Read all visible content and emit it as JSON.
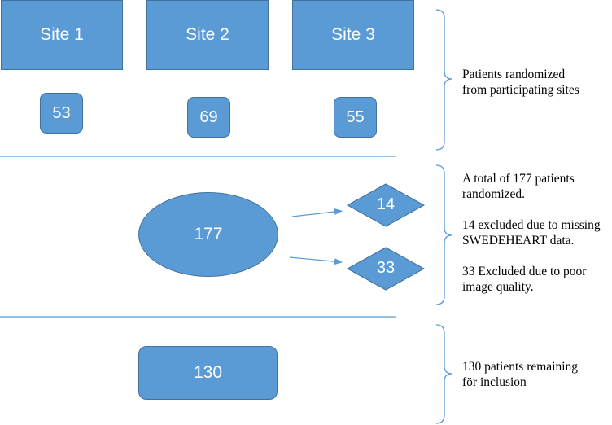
{
  "sites": [
    {
      "label": "Site 1",
      "count": "53"
    },
    {
      "label": "Site 2",
      "count": "69"
    },
    {
      "label": "Site 3",
      "count": "55"
    }
  ],
  "randomized": {
    "total": "177",
    "excluded_missing": "14",
    "excluded_quality": "33"
  },
  "final": {
    "count": "130"
  },
  "notes": {
    "sites_note": "Patients randomized\nfrom participating sites",
    "randomized_note_1": "A total of 177 patients\nrandomized.",
    "randomized_note_2": "14 excluded due to missing\nSWEDEHEART data.",
    "randomized_note_3": "33 Excluded due to poor\nimage quality.",
    "final_note": "130 patients remaining\nför inclusion"
  },
  "colors": {
    "box_fill": "#5b9bd5",
    "box_border": "#41719c",
    "line": "#5b9bd5",
    "bracket": "#5b9bd5"
  }
}
